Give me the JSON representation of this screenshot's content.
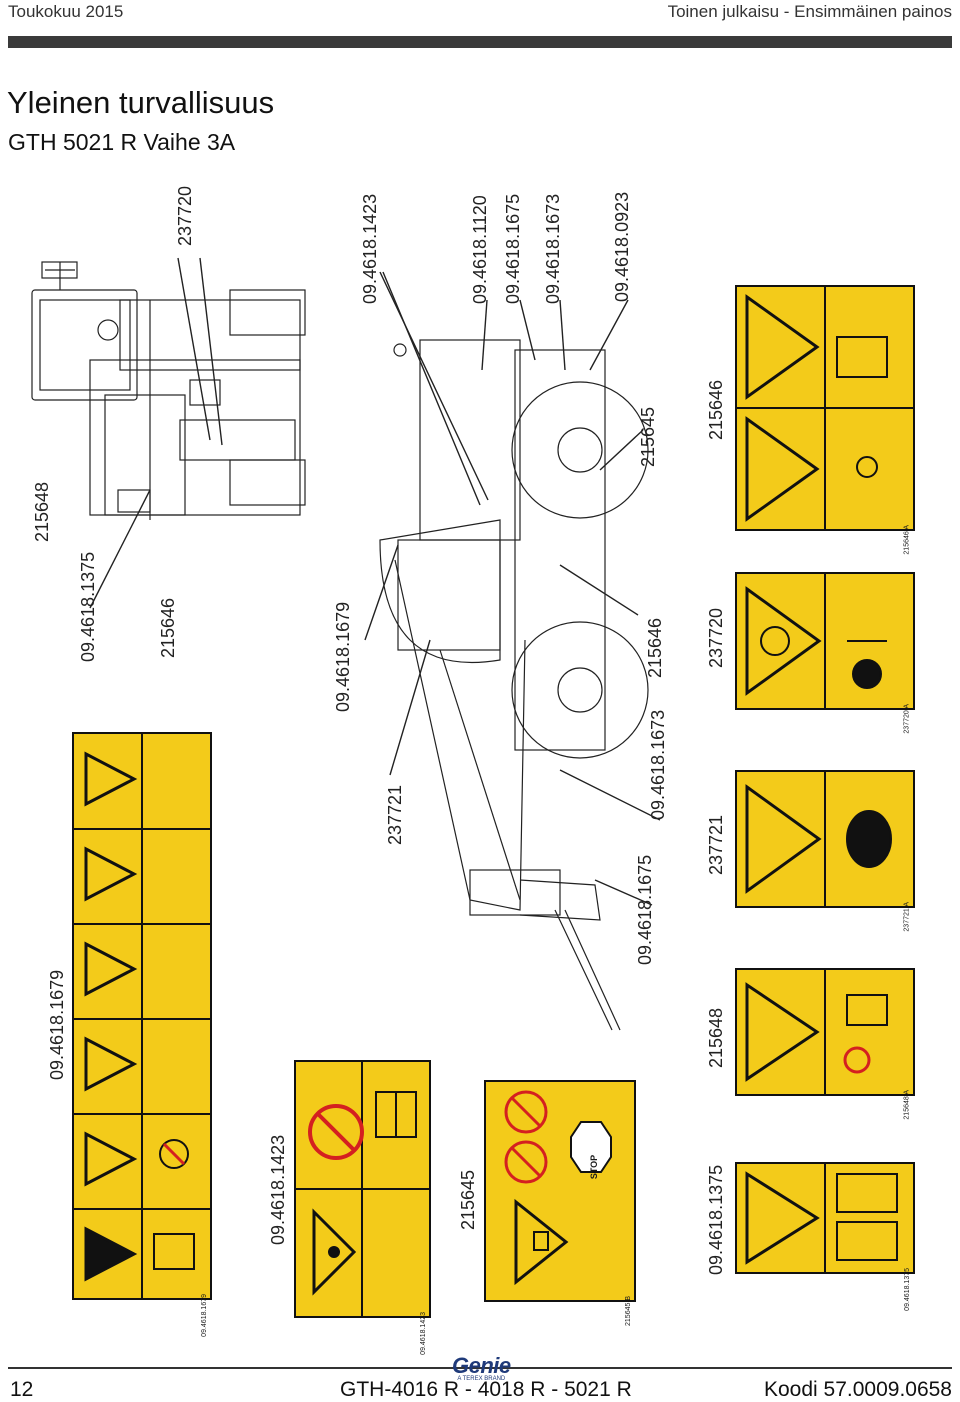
{
  "header": {
    "left": "Toukokuu 2015",
    "right": "Toinen julkaisu - Ensimmäinen painos"
  },
  "title": "Yleinen turvallisuus",
  "subtitle": "GTH 5021 R Vaihe 3A",
  "callouts": {
    "c215648_top": "215648",
    "c09_1375_top": "09.4618.1375",
    "c215646_top": "215646",
    "c237720_top": "237720",
    "c09_1679_mid": "09.4618.1679",
    "c237721_mid": "237721",
    "c09_1423_top": "09.4618.1423",
    "c09_1120": "09.4618.1120",
    "c09_1675_right": "09.4618.1675",
    "c09_1673_right": "09.4618.1673",
    "c09_0923": "09.4618.0923",
    "c215645_right": "215645",
    "c215646_mid": "215646",
    "c09_1673_mid": "09.4618.1673",
    "c09_1675_mid": "09.4618.1675",
    "c215646_bottom": "215646",
    "c237720_bottom": "237720",
    "c237721_bottom": "237721",
    "c215648_bottom": "215648",
    "c09_1375_bottom": "09.4618.1375",
    "c09_1679_left": "09.4618.1679",
    "c09_1423_left": "09.4618.1423",
    "c215645_left": "215645"
  },
  "decal_codes": {
    "d1679": "09.4618.1679",
    "d1423": "09.4618.1423",
    "d215645": "215645 B",
    "d1375": "09.4618.1375",
    "d215648": "215648 A",
    "d237721": "237721 A",
    "d237720": "237720 A",
    "d215646": "215646 A"
  },
  "decal_text": {
    "stop": "STOP"
  },
  "colors": {
    "decal": "#f3cb1a",
    "outline": "#111111",
    "brand": "#1f3a7a",
    "prohibit": "#d42020"
  },
  "logo": {
    "brand": "Genie",
    "tagline": "A TEREX BRAND"
  },
  "footer": {
    "page": "12",
    "models": "GTH-4016 R - 4018 R - 5021 R",
    "code": "Koodi 57.0009.0658"
  }
}
